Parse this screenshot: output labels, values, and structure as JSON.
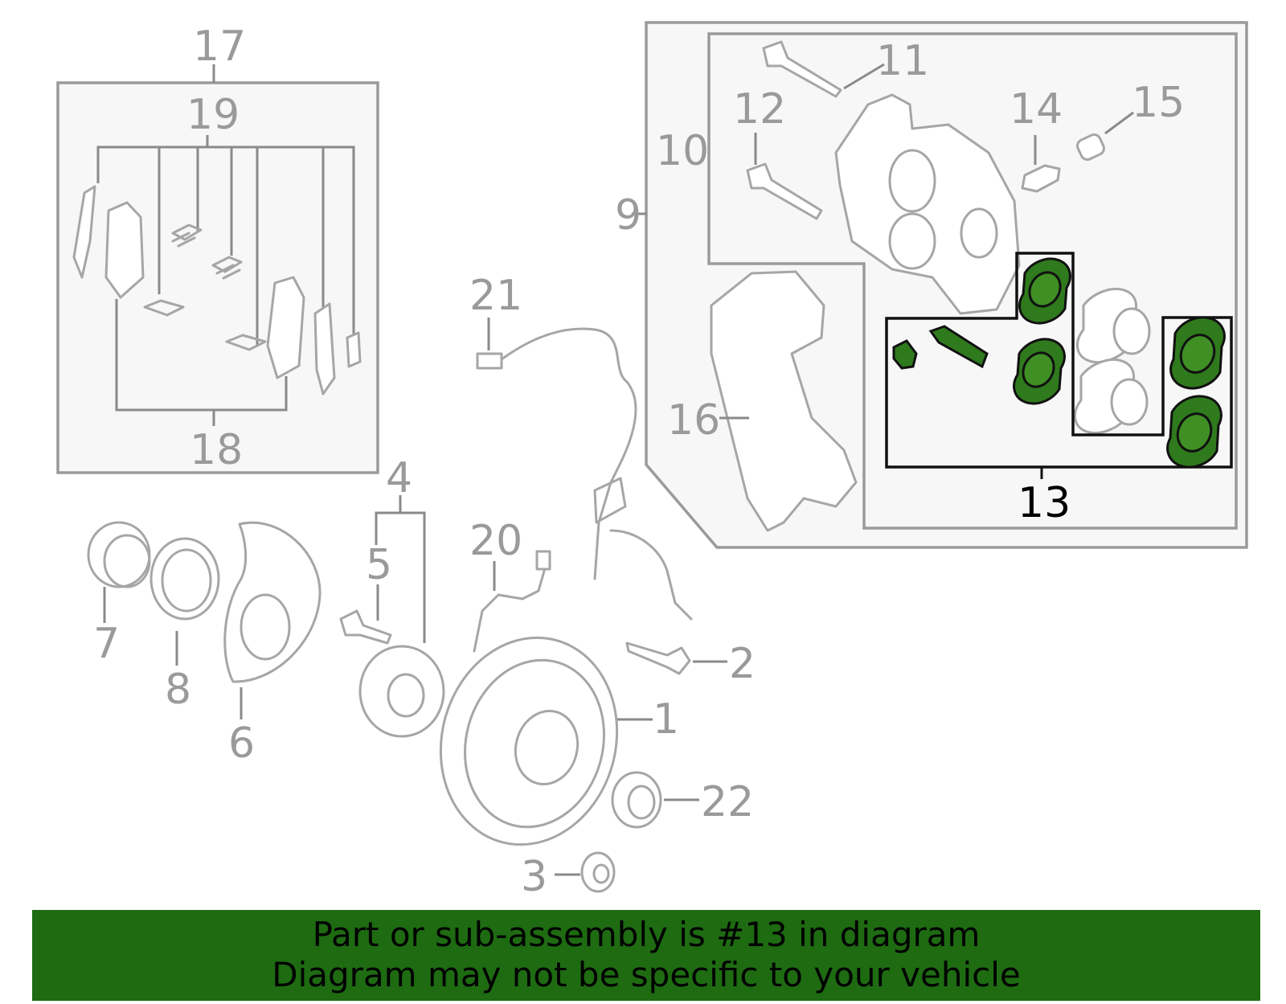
{
  "callouts": {
    "c1": "1",
    "c2": "2",
    "c3": "3",
    "c4": "4",
    "c5": "5",
    "c6": "6",
    "c7": "7",
    "c8": "8",
    "c9": "9",
    "c10": "10",
    "c11": "11",
    "c12": "12",
    "c13": "13",
    "c14": "14",
    "c15": "15",
    "c16": "16",
    "c17": "17",
    "c18": "18",
    "c19": "19",
    "c20": "20",
    "c21": "21",
    "c22": "22"
  },
  "highlighted_callout": "13",
  "banner": {
    "line1": "Part or sub-assembly is #13 in diagram",
    "line2": "Diagram may not be specific to your vehicle"
  },
  "colors": {
    "highlight": "#2f7a1d",
    "banner_bg": "#1e6b12",
    "part_outline": "#a6a6a6"
  }
}
